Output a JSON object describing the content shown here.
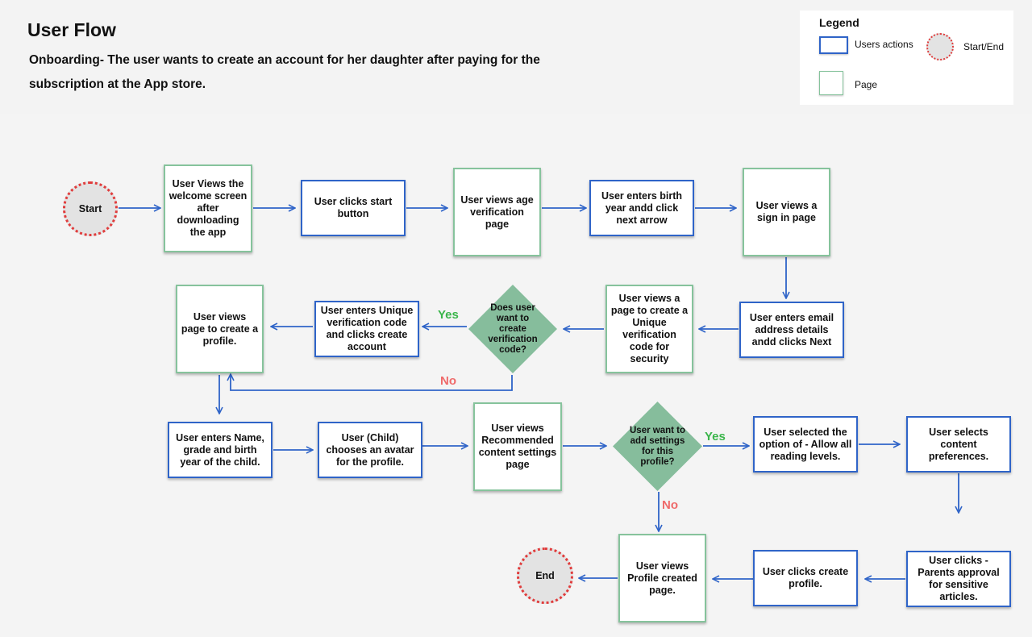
{
  "header": {
    "title": "User Flow",
    "subtitle": "Onboarding- The user wants to create an account for her daughter after paying for the subscription at the App store."
  },
  "legend": {
    "title": "Legend",
    "users_actions": "Users actions",
    "start_end": "Start/End",
    "page": "Page"
  },
  "colors": {
    "action_border": "#2f64c8",
    "page_border": "#86c39c",
    "decision_fill": "#86bd9c",
    "arrow": "#2f64c8",
    "terminal_fill": "#e3e3e3",
    "terminal_border": "#e03c3c",
    "yes_label": "#3ab54a",
    "no_label": "#ef6a6a"
  },
  "flow": {
    "start": "Start",
    "end": "End",
    "welcome_screen": "User Views the welcome screen after downloading the app",
    "click_start": "User clicks start button",
    "age_verification": "User views age verification page",
    "enter_birth_year": "User enters birth year andd click next arrow",
    "sign_in_page": "User views a sign in page",
    "enter_email": "User enters email address details andd clicks Next",
    "verification_code_page": "User views a page to  create a Unique verification code for security",
    "decision_verification": "Does user want to create verification code?",
    "enter_code": "User enters Unique verification code and clicks create account",
    "create_profile_page": "User views page to create a profile.",
    "enter_child_details": "User enters Name, grade and birth year of the child.",
    "choose_avatar": "User (Child) chooses an avatar for the profile.",
    "content_settings_page": "User views Recommended content settings page",
    "decision_settings": "User want to add settings for this profile?",
    "allow_reading_levels": "User selected the option of - Allow all reading levels.",
    "content_preferences": "User selects content preferences.",
    "parents_approval": "User clicks - Parents approval for sensitive articles.",
    "click_create_profile": "User clicks create profile.",
    "profile_created_page": "User views Profile created page.",
    "yes": "Yes",
    "no": "No"
  }
}
